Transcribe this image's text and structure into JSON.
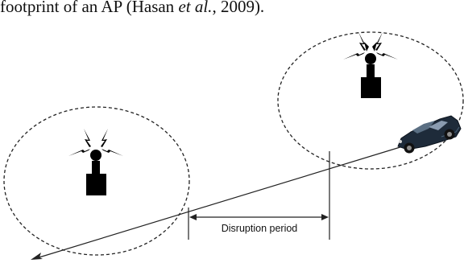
{
  "caption": {
    "prefix": "footprint of an AP (Hasan ",
    "italic": "et al.",
    "suffix": ", 2009)."
  },
  "diagram": {
    "period_label": "Disruption period"
  }
}
